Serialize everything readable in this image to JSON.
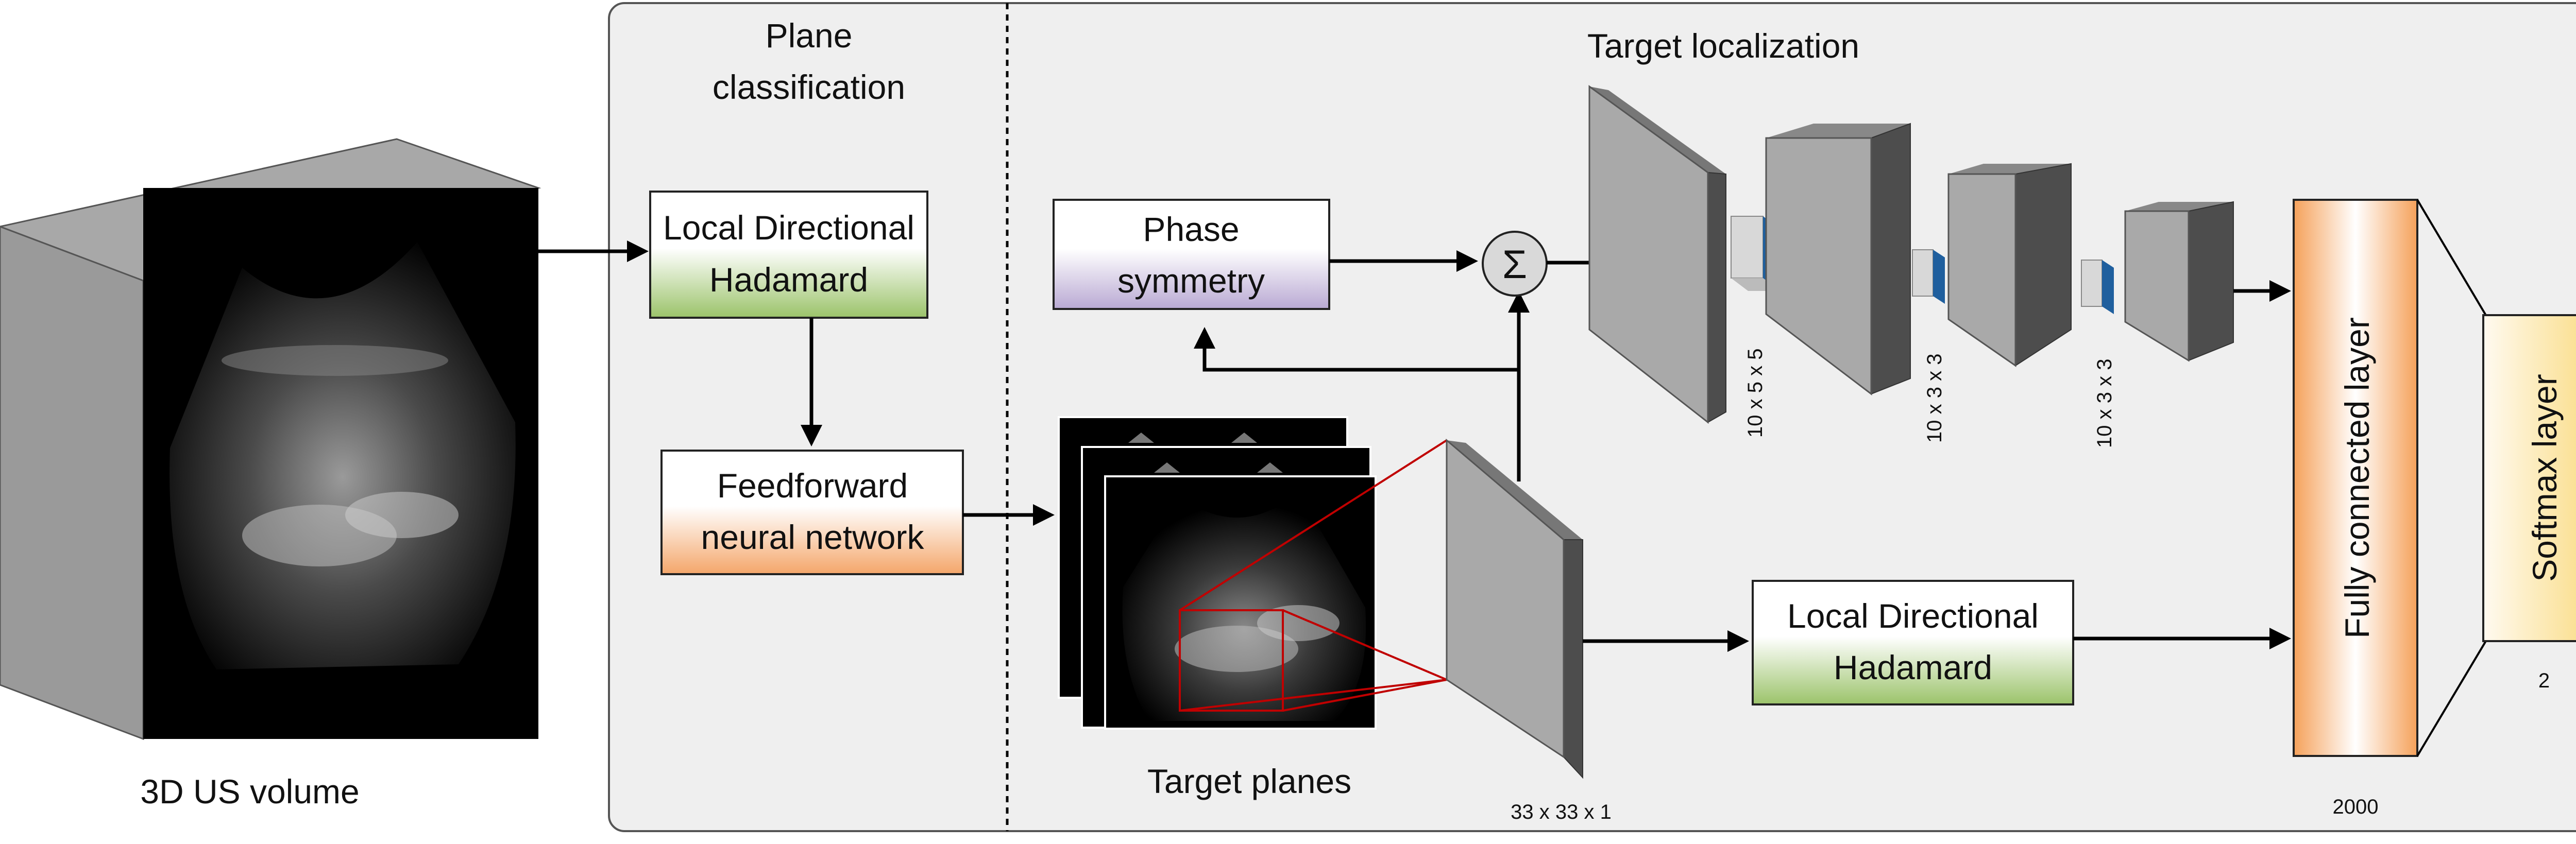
{
  "labels": {
    "volume": "3D US volume",
    "plane_classification_1": "Plane",
    "plane_classification_2": "classification",
    "target_localization": "Target localization",
    "ldh_top_1": "Local Directional",
    "ldh_top_2": "Hadamard",
    "ffnn_1": "Feedforward",
    "ffnn_2": "neural network",
    "phase_1": "Phase",
    "phase_2": "symmetry",
    "sum_symbol": "Σ",
    "target_planes": "Target planes",
    "patch_size": "33 x 33 x 1",
    "ldh_bottom_1": "Local Directional",
    "ldh_bottom_2": "Hadamard",
    "kernel_1": "10 x 5 x 5",
    "kernel_2": "10 x 3 x 3",
    "kernel_3": "10 x 3 x 3",
    "fc_layer": "Fully connected layer",
    "fc_size": "2000",
    "softmax_layer": "Softmax layer",
    "softmax_size": "2"
  },
  "colors": {
    "panel_bg": "#efefef",
    "green_box": "#9bc36a",
    "orange_box": "#f4a66a",
    "purple_box": "#b9a9d3",
    "fc_orange": "#f5a15a",
    "softmax_yellow": "#f9d97a",
    "kernel_blue": "#1f5f9e",
    "slab_light": "#a9a9a9",
    "slab_dark": "#4d4d4d",
    "red_lines": "#c00000"
  }
}
